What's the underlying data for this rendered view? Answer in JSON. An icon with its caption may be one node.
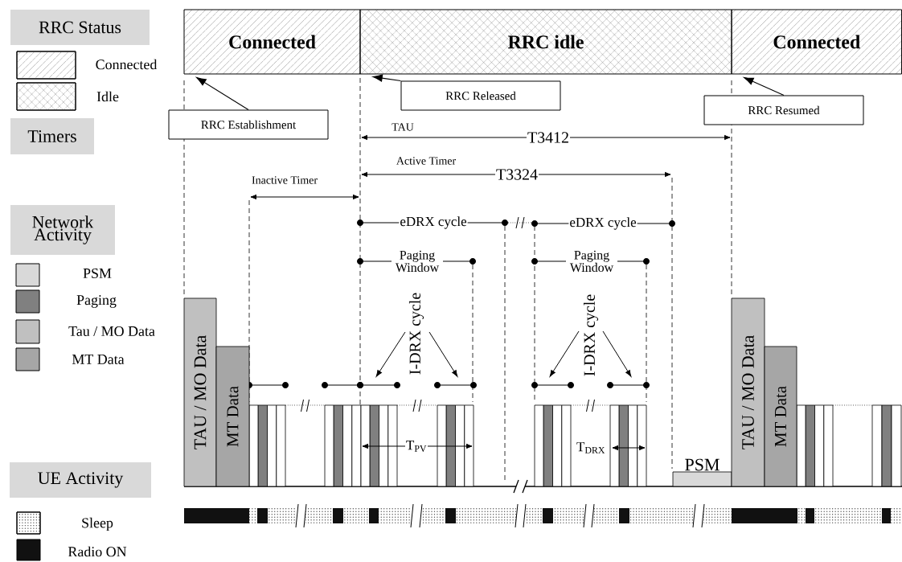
{
  "diagram": {
    "nodes": [
      {
        "text": [
          "RRC Status"
        ]
      },
      {
        "text": [
          "Connected"
        ]
      },
      {
        "text": [
          "RRC idle"
        ]
      },
      {
        "text": [
          "Connected"
        ]
      },
      {
        "text": [
          "RRC Establishment"
        ]
      },
      {
        "text": [
          "RRC Released"
        ]
      },
      {
        "text": [
          "RRC Resumed"
        ]
      },
      {
        "text": [
          "Timers"
        ]
      },
      {
        "text": [
          "Network Activity"
        ]
      },
      {
        "text": [
          "TAU / MO Data"
        ]
      },
      {
        "text": [
          "MT Data"
        ]
      },
      {
        "text": [
          "PSM"
        ]
      },
      {
        "text": [
          "TAU / MO Data"
        ]
      },
      {
        "text": [
          "MT Data"
        ]
      },
      {
        "text": [
          "UE Activity"
        ]
      }
    ],
    "edges": [
      {
        "from": 4,
        "to": 1,
        "arrow": "to"
      },
      {
        "from": 5,
        "to": 2,
        "arrow": "to"
      },
      {
        "from": 6,
        "to": 3,
        "arrow": "to"
      }
    ],
    "labels": [
      "TAU",
      "T3412",
      "Active Timer",
      "T3324",
      "Inactive Timer",
      "eDRX cycle",
      "eDRX cycle",
      "Paging Window",
      "Paging Window",
      "I-DRX cycle",
      "I-DRX cycle",
      "T$_{PV}$",
      "T$_{DRX}$"
    ],
    "legend": [
      {
        "text": "Connected"
      },
      {
        "text": "Idle"
      },
      {
        "text": "PSM",
        "color": "#d9d9d9"
      },
      {
        "text": "Paging",
        "color": "#808080"
      },
      {
        "text": "Tau / MO Data",
        "color": "#c0c0c0"
      },
      {
        "text": "MT Data",
        "color": "#a6a6a6"
      },
      {
        "text": "Sleep"
      },
      {
        "text": "Radio ON",
        "color": "#111111"
      }
    ]
  }
}
